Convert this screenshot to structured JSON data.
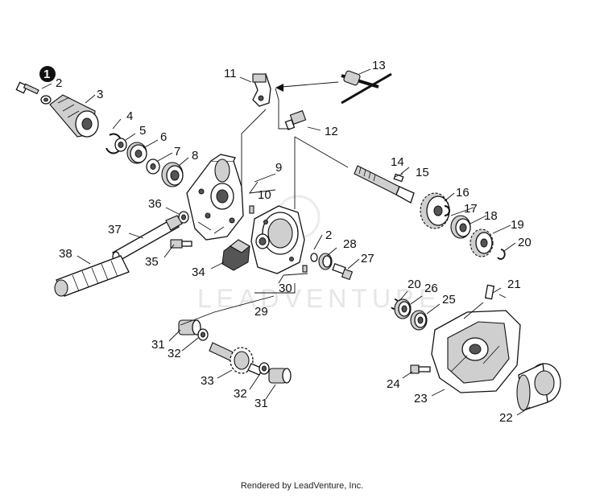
{
  "watermark": "LEADVENTURE",
  "footer": "Rendered by LeadVenture, Inc.",
  "callouts": {
    "c1": "1",
    "c2a": "2",
    "c2b": "2",
    "c3": "3",
    "c4": "4",
    "c5": "5",
    "c6": "6",
    "c7": "7",
    "c8": "8",
    "c9": "9",
    "c10": "10",
    "c11": "11",
    "c12": "12",
    "c13": "13",
    "c14": "14",
    "c15": "15",
    "c16": "16",
    "c17": "17",
    "c18": "18",
    "c19": "19",
    "c20a": "20",
    "c20b": "20",
    "c21": "21",
    "c22": "22",
    "c23": "23",
    "c24": "24",
    "c25": "25",
    "c26": "26",
    "c27": "27",
    "c28": "28",
    "c29": "29",
    "c30": "30",
    "c31a": "31",
    "c31b": "31",
    "c32a": "32",
    "c32b": "32",
    "c33": "33",
    "c34": "34",
    "c35": "35",
    "c36": "36",
    "c37": "37",
    "c38": "38"
  }
}
